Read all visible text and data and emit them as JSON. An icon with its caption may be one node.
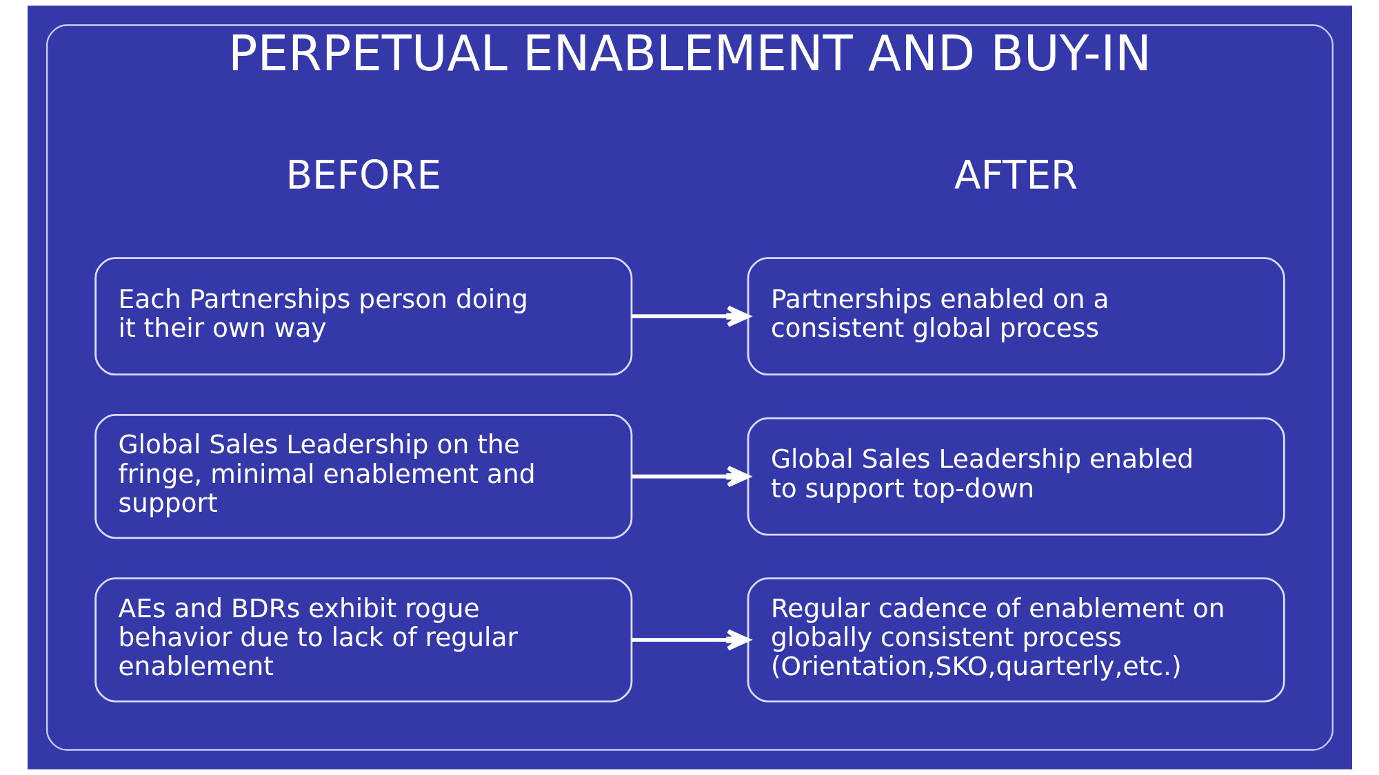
{
  "diagram": {
    "nodes": [
      {
        "text": [
          "PERPETUAL ENABLEMENT AND BUY-IN"
        ]
      },
      {
        "text": [
          "Each Partnerships person doing it their own way"
        ],
        "in": 0
      },
      {
        "text": [
          "Partnerships enabled on a consistent global process"
        ],
        "in": 0
      },
      {
        "text": [
          "Global Sales Leadership on the fringe, minimal enablement and support"
        ],
        "in": 0
      },
      {
        "text": [
          "Global Sales Leadership enabled to support top-down"
        ],
        "in": 0
      },
      {
        "text": [
          "AEs and BDRs exhibit rogue behavior due to lack of regular enablement"
        ],
        "in": 0
      },
      {
        "text": [
          "Regular cadence of enablement on globally consistent process (Orientation,SKO,quarterly,etc.)"
        ],
        "in": 0
      }
    ],
    "edges": [
      {
        "from": 1,
        "to": 2,
        "arrow": "to"
      },
      {
        "from": 3,
        "to": 4,
        "arrow": "to"
      },
      {
        "from": 5,
        "to": 6,
        "arrow": "to"
      }
    ],
    "labels": [
      "BEFORE",
      "AFTER"
    ]
  }
}
